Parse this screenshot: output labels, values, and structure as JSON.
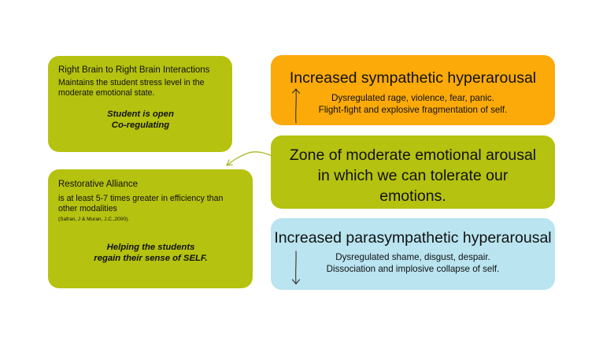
{
  "right_brain_card": {
    "title": "Right Brain to Right Brain Interactions",
    "text": "Maintains the student stress level in the moderate emotional state.",
    "emphasis_line1": "Student is open",
    "emphasis_line2": "Co-regulating"
  },
  "restorative_card": {
    "title": "Restorative Alliance",
    "text": "is at least 5-7 times greater in efficiency than other modalities",
    "citation": "(Safran, J & Muran, J.C.,2000).",
    "emphasis_line1": "Helping the students",
    "emphasis_line2": "regain their sense of SELF."
  },
  "sympathetic_box": {
    "title": "Increased sympathetic hyperarousal",
    "line1": "Dysregulated rage, violence, fear, panic.",
    "line2": "Flight-fight and explosive fragmentation of self."
  },
  "zone_box": {
    "line1": "Zone of moderate emotional arousal",
    "line2": "in which we can tolerate our",
    "line3": "emotions."
  },
  "parasympathetic_box": {
    "title": "Increased parasympathetic hyperarousal",
    "line1": "Dysregulated shame, disgust, despair.",
    "line2": "Dissociation and implosive collapse of self."
  },
  "colors": {
    "green": "#b5c20f",
    "orange": "#fbaa09",
    "blue": "#b9e4f0"
  },
  "icons": [
    "arrow-up-icon",
    "arrow-down-icon",
    "curved-arrow-icon"
  ]
}
